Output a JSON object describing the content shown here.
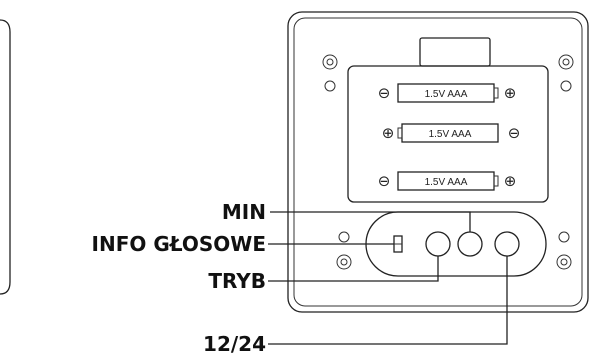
{
  "labels": {
    "min": "MIN",
    "info": "INFO GŁOSOWE",
    "tryb": "TRYB",
    "format": "12/24"
  },
  "batteries": [
    {
      "label": "1.5V AAA",
      "left": "⊖",
      "right": "⊕"
    },
    {
      "label": "1.5V AAA",
      "left": "⊕",
      "right": "⊖"
    },
    {
      "label": "1.5V AAA",
      "left": "⊖",
      "right": "⊕"
    }
  ]
}
